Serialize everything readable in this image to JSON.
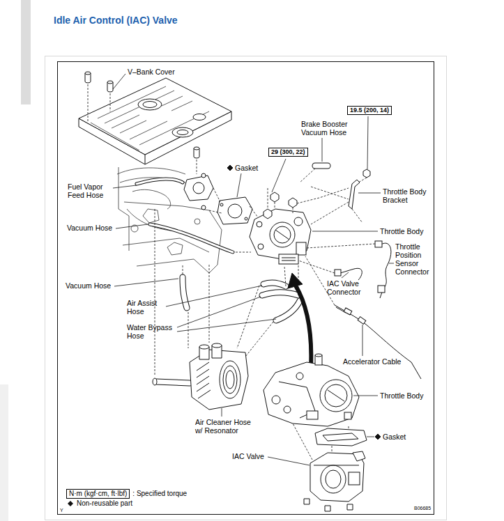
{
  "diagram": {
    "title": "Idle Air Control (IAC) Valve",
    "nodes": [
      {
        "text": [
          "19.5 (200, 14)"
        ]
      },
      {
        "text": [
          "29 (300, 22)"
        ]
      },
      {
        "text": [
          "N·m (kgf·cm, ft·lbf)"
        ]
      }
    ],
    "labels": [
      "V–Bank Cover",
      "Gasket",
      "Brake Booster Vacuum Hose",
      "Fuel Vapor Feed Hose",
      "Throttle Body Bracket",
      "Vacuum Hose",
      "Throttle Body",
      "Throttle Position Sensor Connector",
      "Vacuum Hose",
      "IAC Valve Connector",
      "Air Assist Hose",
      "Water Bypass Hose",
      "Accelerator Cable",
      "Throttle Body",
      "Gasket",
      "Air Cleaner Hose w/ Resonator",
      "IAC Valve",
      "B06685",
      "Y"
    ],
    "legend": [
      {
        "text": ": Specified torque"
      },
      {
        "text": "Non-reusable part"
      }
    ]
  }
}
